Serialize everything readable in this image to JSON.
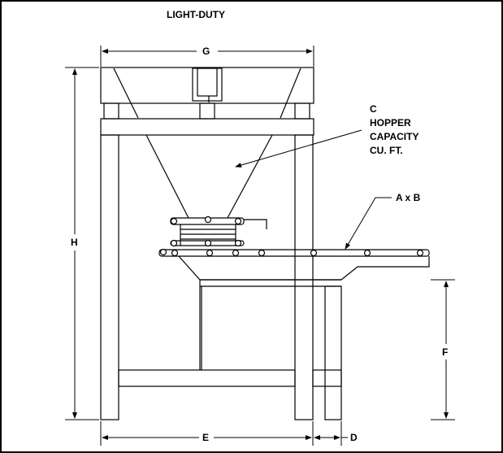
{
  "title": "LIGHT-DUTY",
  "labels": {
    "g": "G",
    "h": "H",
    "e": "E",
    "d": "D",
    "f": "F",
    "axb": "A x B",
    "hopper_line1": "C",
    "hopper_line2": "HOPPER",
    "hopper_line3": "CAPACITY",
    "hopper_line4": "CU. FT."
  }
}
